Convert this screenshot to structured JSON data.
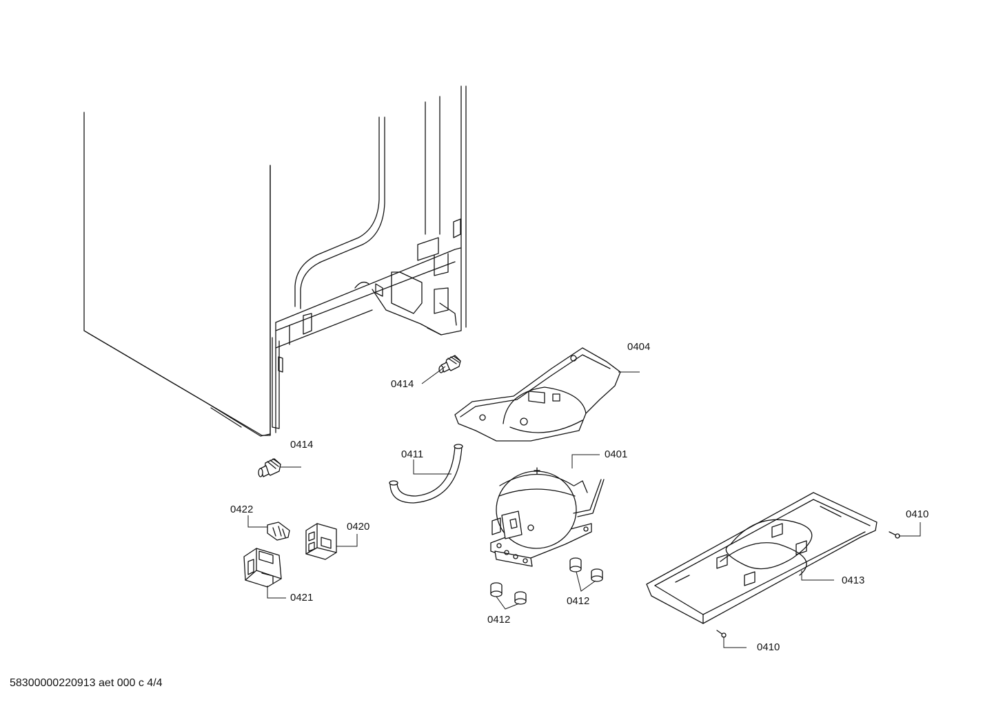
{
  "callouts": {
    "c0404": "0404",
    "c0414_top": "0414",
    "c0414_left": "0414",
    "c0411": "0411",
    "c0401": "0401",
    "c0422": "0422",
    "c0420": "0420",
    "c0421": "0421",
    "c0412_left": "0412",
    "c0412_right": "0412",
    "c0410_right": "0410",
    "c0410_bottom": "0410",
    "c0413": "0413"
  },
  "footer": {
    "document_id": "58300000220913 aet 000 c 4/4"
  }
}
